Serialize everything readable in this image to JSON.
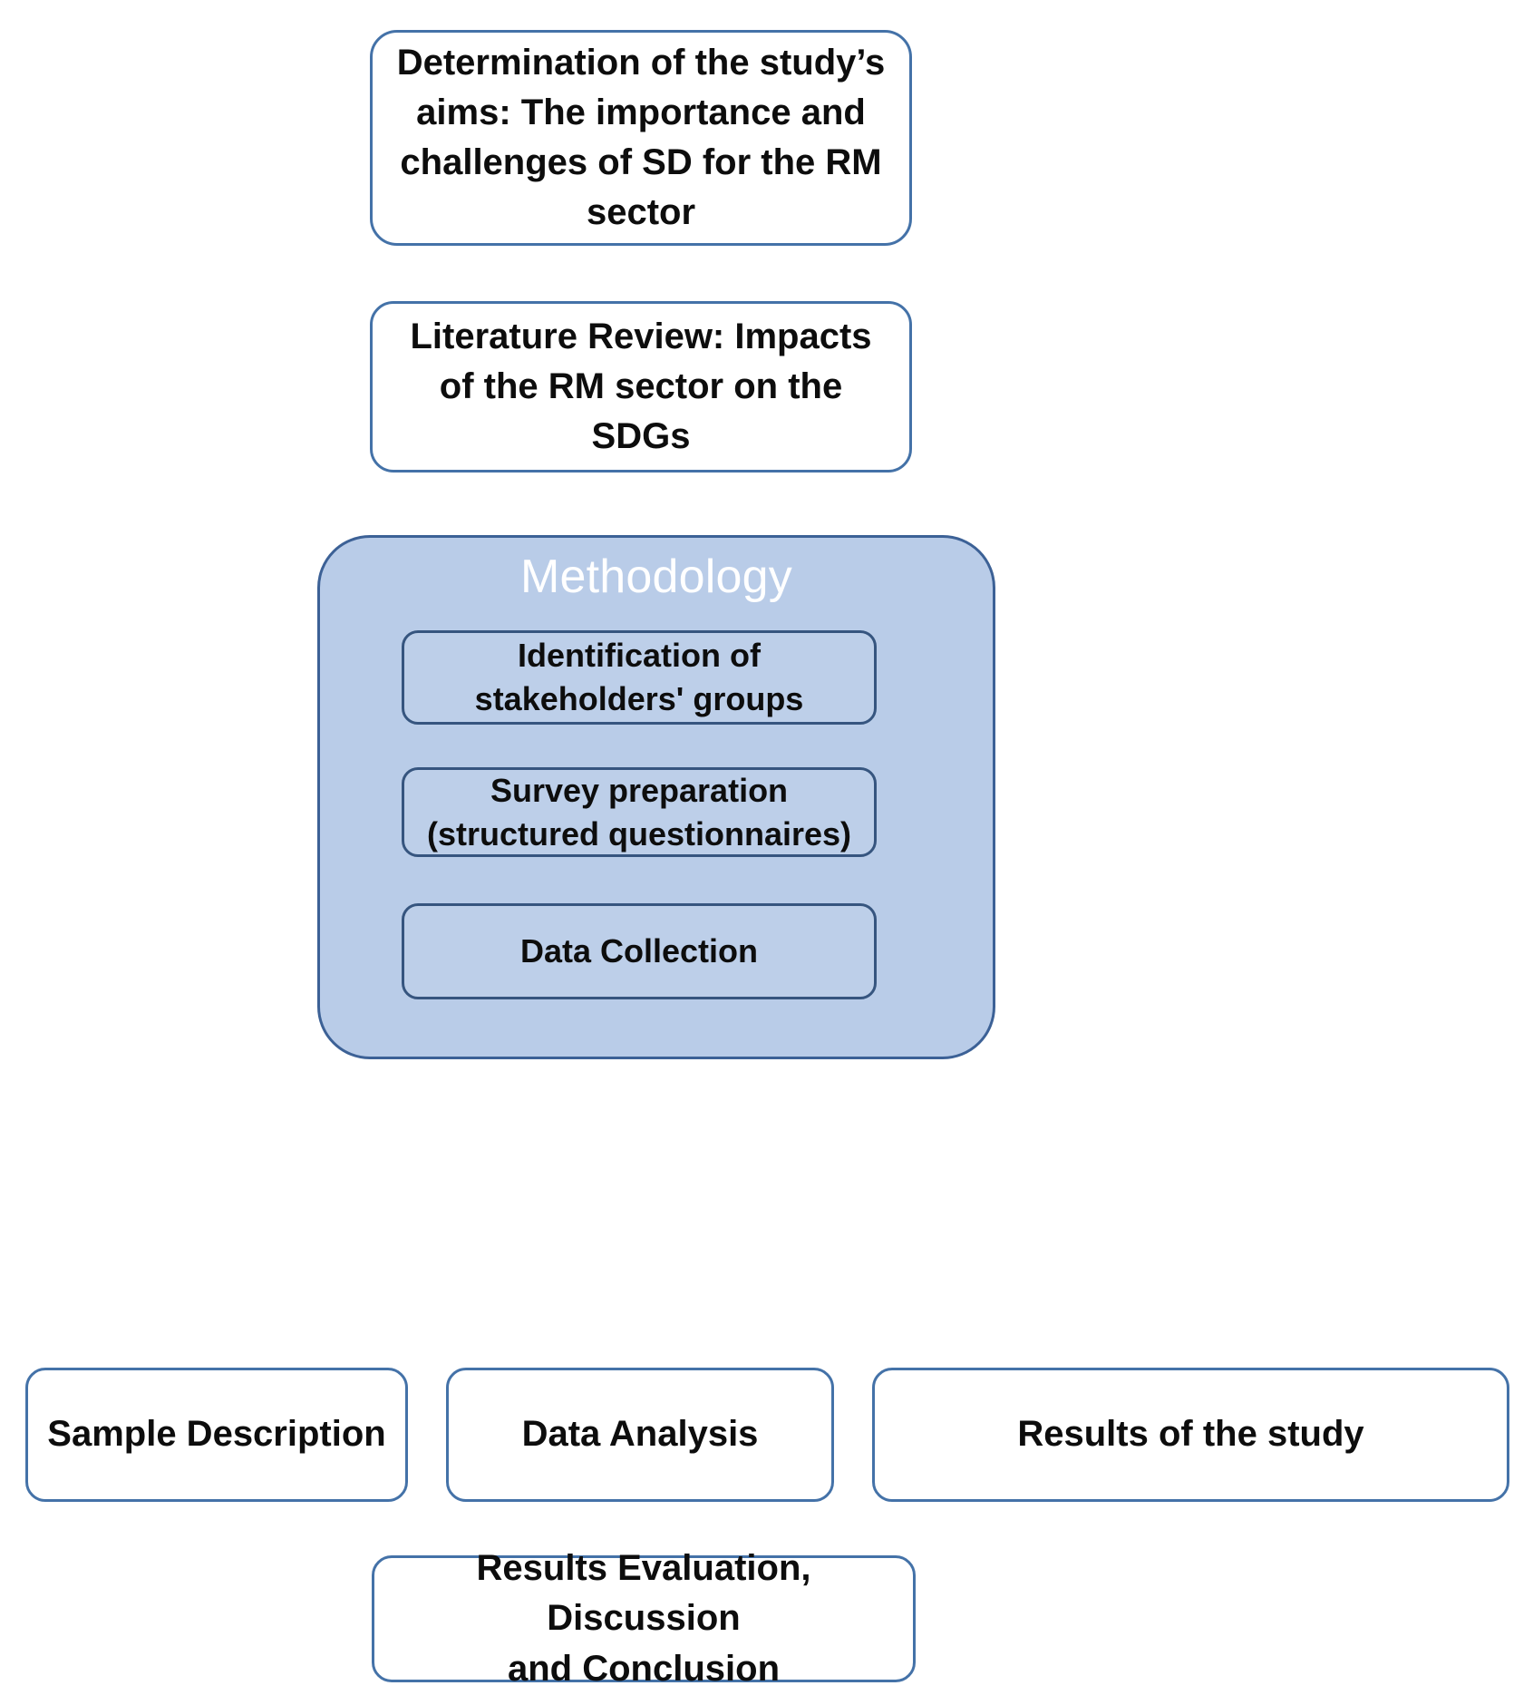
{
  "diagram": {
    "title": "Research Methodology Flowchart",
    "colors": {
      "box_border": "#4472a8",
      "box_fill": "#ffffff",
      "group_fill": "#b9cce8",
      "group_border": "#3c6196",
      "sub_box_fill": "#bdcfe9",
      "sub_box_border": "#36557f",
      "group_title_text": "#ffffff",
      "body_text": "#0d0d0d"
    },
    "stages": {
      "aims": {
        "label": "Determination of the study’s aims: The importance and challenges of SD for the RM sector"
      },
      "literature_review": {
        "label": "Literature Review: Impacts of the RM sector on the SDGs"
      },
      "methodology": {
        "title": "Methodology",
        "steps": [
          {
            "label": "Identification of\nstakeholders' groups"
          },
          {
            "label": "Survey preparation\n(structured questionnaires)"
          },
          {
            "label": "Data Collection"
          }
        ]
      },
      "parallel_outputs": [
        {
          "label": "Sample Description"
        },
        {
          "label": "Data Analysis"
        },
        {
          "label": "Results of the study"
        }
      ],
      "conclusion": {
        "label": "Results Evaluation, Discussion\nand Conclusion"
      }
    }
  }
}
